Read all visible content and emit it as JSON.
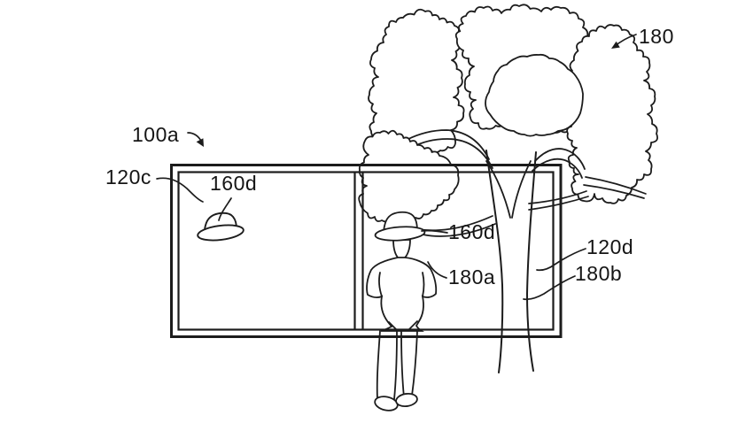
{
  "figure": {
    "type": "patent-line-drawing",
    "background": "#ffffff",
    "line_color": "#1c1c1c",
    "labels": {
      "ref_100a": "100a",
      "ref_120c": "120c",
      "ref_160d_left": "160d",
      "ref_160d_right": "160d",
      "ref_180a": "180a",
      "ref_120d": "120d",
      "ref_180b": "180b",
      "ref_180": "180"
    }
  }
}
